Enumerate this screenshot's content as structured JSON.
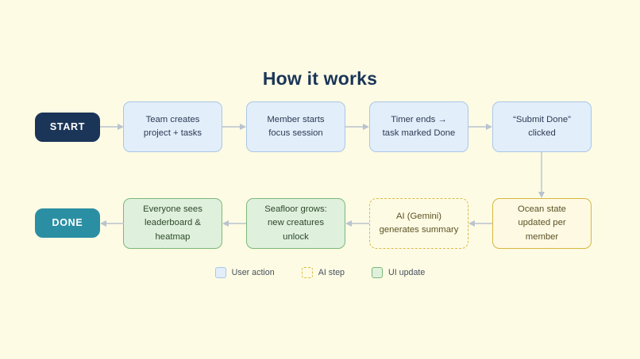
{
  "page": {
    "title": "How it works",
    "background_color": "#fdfbe4",
    "title_color": "#1b3558"
  },
  "flow": {
    "row1": [
      {
        "id": "start",
        "label": "START",
        "kind": "terminal-start"
      },
      {
        "id": "task",
        "label": "Team creates\nproject + tasks",
        "kind": "user-action"
      },
      {
        "id": "focus",
        "label": "Member starts\nfocus session",
        "kind": "user-action"
      },
      {
        "id": "timer",
        "label": "Timer ends  →\ntask marked Done",
        "kind": "user-action"
      },
      {
        "id": "submit",
        "label": "“Submit Done”\nclicked",
        "kind": "user-action"
      }
    ],
    "row2": [
      {
        "id": "done",
        "label": "DONE",
        "kind": "terminal-done"
      },
      {
        "id": "leader",
        "label": "Everyone sees\nleaderboard &\nheatmap",
        "kind": "ui-update"
      },
      {
        "id": "seafloor",
        "label": "Seafloor grows:\nnew creatures\nunlock",
        "kind": "ui-update"
      },
      {
        "id": "ai",
        "label": "AI (Gemini)\ngenerates summary",
        "kind": "ai-step"
      },
      {
        "id": "ocean",
        "label": "Ocean state\nupdated per\nmember",
        "kind": "ocean-state"
      }
    ]
  },
  "legend": {
    "items": [
      {
        "label": "User action",
        "swatch": "blue",
        "color": "#e3eefb",
        "border": "#aac6e6"
      },
      {
        "label": "AI step",
        "swatch": "dashed",
        "color": "transparent",
        "border": "#d9bb47"
      },
      {
        "label": "UI update",
        "swatch": "green",
        "color": "#dff0dc",
        "border": "#7db97a"
      }
    ]
  },
  "connectors": {
    "arrow_color": "#b9c3cf"
  }
}
